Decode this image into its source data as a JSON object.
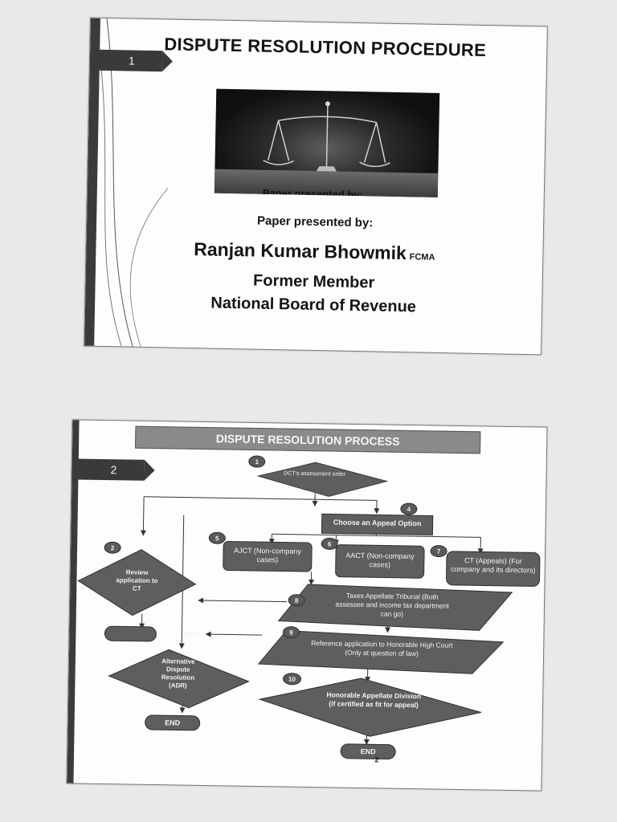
{
  "slide1": {
    "number": "1",
    "title": "DISPUTE RESOLUTION PROCEDURE",
    "image_caption": "Paper presented by:",
    "presented_by": "Paper presented by:",
    "author": "Ranjan Kumar Bhowmik",
    "author_suffix": "FCMA",
    "role": "Former Member",
    "organization": "National Board of Revenue"
  },
  "slide2": {
    "number": "2",
    "title": "DISPUTE RESOLUTION PROCESS",
    "page_mark": "2",
    "steps": [
      {
        "num": "1",
        "label": "DCT's assessment order"
      },
      {
        "num": "2",
        "label": "Review application to CT"
      },
      {
        "num": "4",
        "label": "Choose an Appeal Option"
      },
      {
        "num": "5",
        "label": "AJCT (Non-company cases)"
      },
      {
        "num": "6",
        "label": "AACT (Non-company cases)"
      },
      {
        "num": "7",
        "label": "CT (Appeals) (For company and its directors)"
      },
      {
        "num": "8",
        "label": "Taxes Appellate Tribunal (Both assessee and income tax department can go)"
      },
      {
        "num": "9",
        "label": "Reference application to Honorable High Court (Only at question of law)"
      },
      {
        "num": "10",
        "label": "Honorable Appellate Division (if certified as fit for appeal)"
      }
    ],
    "adr": "Alternative Dispute Resolution (ADR)",
    "end": "END"
  },
  "colors": {
    "dark": "#3a3a3a",
    "node": "#5e5e5e",
    "banner": "#8a8a8a",
    "paper": "#fdfdfc"
  }
}
